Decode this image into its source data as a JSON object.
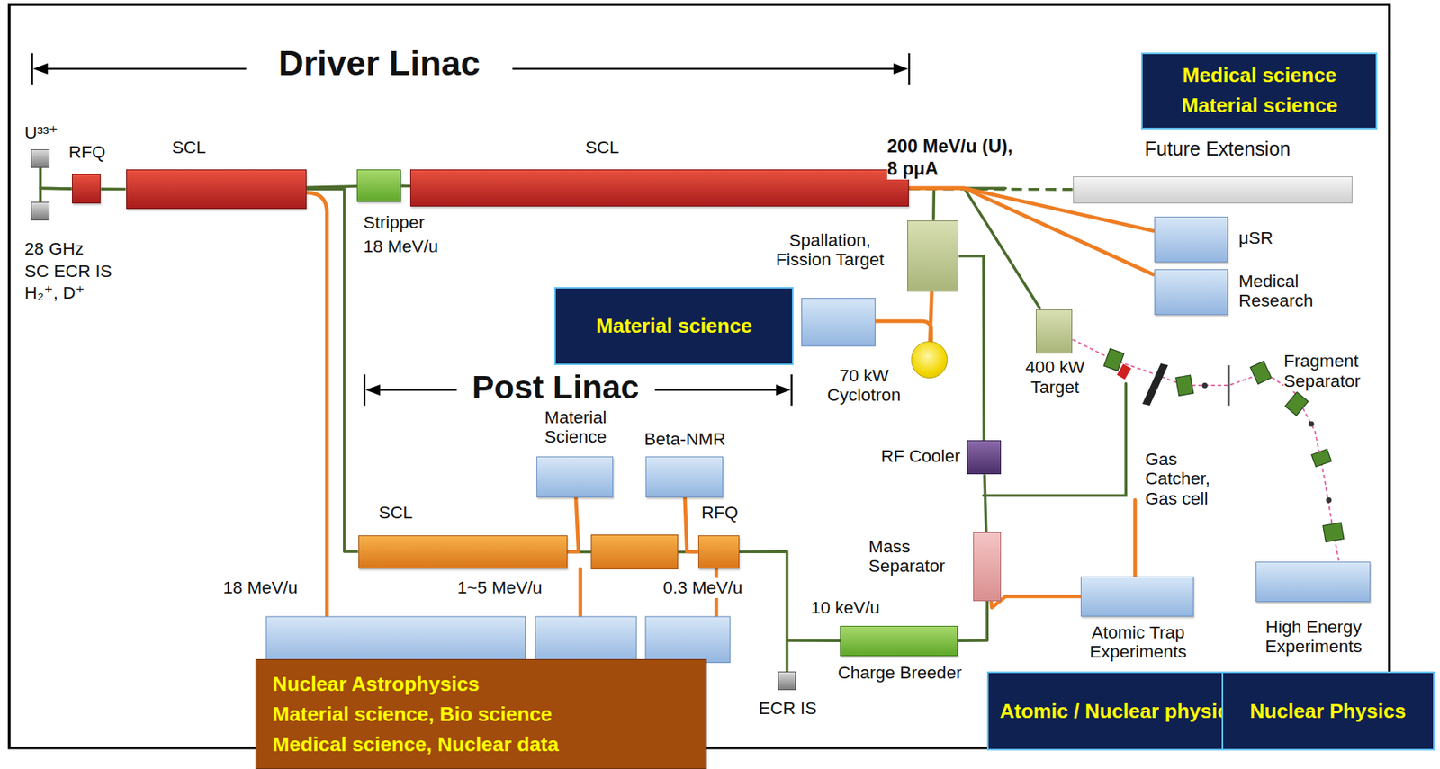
{
  "diagram": {
    "nodes": [
      {
        "text": [
          "U³³⁺"
        ]
      },
      {
        "text": [
          "28 GHz",
          "SC ECR IS",
          "H₂⁺, D⁺"
        ]
      },
      {
        "text": [
          "RFQ"
        ]
      },
      {
        "text": [
          "SCL"
        ]
      },
      {
        "text": [
          "Stripper",
          "18 MeV/u"
        ]
      },
      {
        "text": [
          "SCL"
        ]
      },
      {
        "text": [
          "Future Extension"
        ]
      },
      {
        "text": [
          "μSR"
        ]
      },
      {
        "text": [
          "Medical Research"
        ]
      },
      {
        "text": [
          "Spallation, Fission Target"
        ]
      },
      {
        "text": [
          "70 kW Cyclotron"
        ]
      },
      {
        "text": [
          "400 kW Target"
        ]
      },
      {
        "text": [
          "Material Science"
        ]
      },
      {
        "text": [
          "Beta-NMR"
        ]
      },
      {
        "text": [
          "SCL"
        ]
      },
      {
        "text": [
          "RFQ"
        ]
      },
      {
        "text": [
          "RF Cooler"
        ]
      },
      {
        "text": [
          "Mass Separator"
        ]
      },
      {
        "text": [
          "Charge Breeder"
        ]
      },
      {
        "text": [
          "ECR IS"
        ]
      },
      {
        "text": [
          "Atomic Trap Experiments"
        ]
      },
      {
        "text": [
          "High Energy Experiments"
        ]
      },
      {
        "text": [
          "Medical science",
          "Material science"
        ]
      },
      {
        "text": [
          "Material science"
        ]
      },
      {
        "text": [
          "Nuclear Astrophysics",
          "Material science, Bio science",
          "Medical science, Nuclear data"
        ]
      },
      {
        "text": [
          "Atomic / Nuclear physics"
        ]
      },
      {
        "text": [
          "Nuclear Physics"
        ]
      }
    ],
    "edges": [
      {
        "from": 0,
        "to": 2,
        "arrow": "none"
      },
      {
        "from": 1,
        "to": 2,
        "arrow": "none"
      },
      {
        "from": 2,
        "to": 3,
        "arrow": "none"
      },
      {
        "from": 3,
        "to": 4,
        "arrow": "none"
      },
      {
        "from": 4,
        "to": 5,
        "arrow": "none"
      },
      {
        "from": 5,
        "to": 6,
        "arrow": "none"
      },
      {
        "from": 5,
        "to": 9,
        "arrow": "none"
      },
      {
        "from": 5,
        "to": 11,
        "arrow": "none"
      },
      {
        "from": 5,
        "to": 7,
        "arrow": "none"
      },
      {
        "from": 5,
        "to": 8,
        "arrow": "none"
      },
      {
        "from": 9,
        "to": 10,
        "arrow": "none"
      },
      {
        "from": 9,
        "to": 16,
        "arrow": "none"
      },
      {
        "from": 16,
        "to": 17,
        "arrow": "none"
      },
      {
        "from": 17,
        "to": 18,
        "arrow": "none"
      },
      {
        "from": 17,
        "to": 20,
        "arrow": "none"
      },
      {
        "from": 18,
        "to": 15,
        "arrow": "none"
      },
      {
        "from": 15,
        "to": 14,
        "arrow": "none"
      },
      {
        "from": 12,
        "to": 14,
        "arrow": "none"
      },
      {
        "from": 13,
        "to": 15,
        "arrow": "none"
      },
      {
        "from": 3,
        "to": 14,
        "arrow": "none"
      }
    ],
    "labels": [
      "Driver Linac",
      "Post Linac",
      "200 MeV/u (U),",
      "8 pμA",
      "18 MeV/u",
      "1~5 MeV/u",
      "0.3 MeV/u",
      "10 keV/u",
      "Fragment Separator",
      "Gas Catcher, Gas cell"
    ]
  }
}
